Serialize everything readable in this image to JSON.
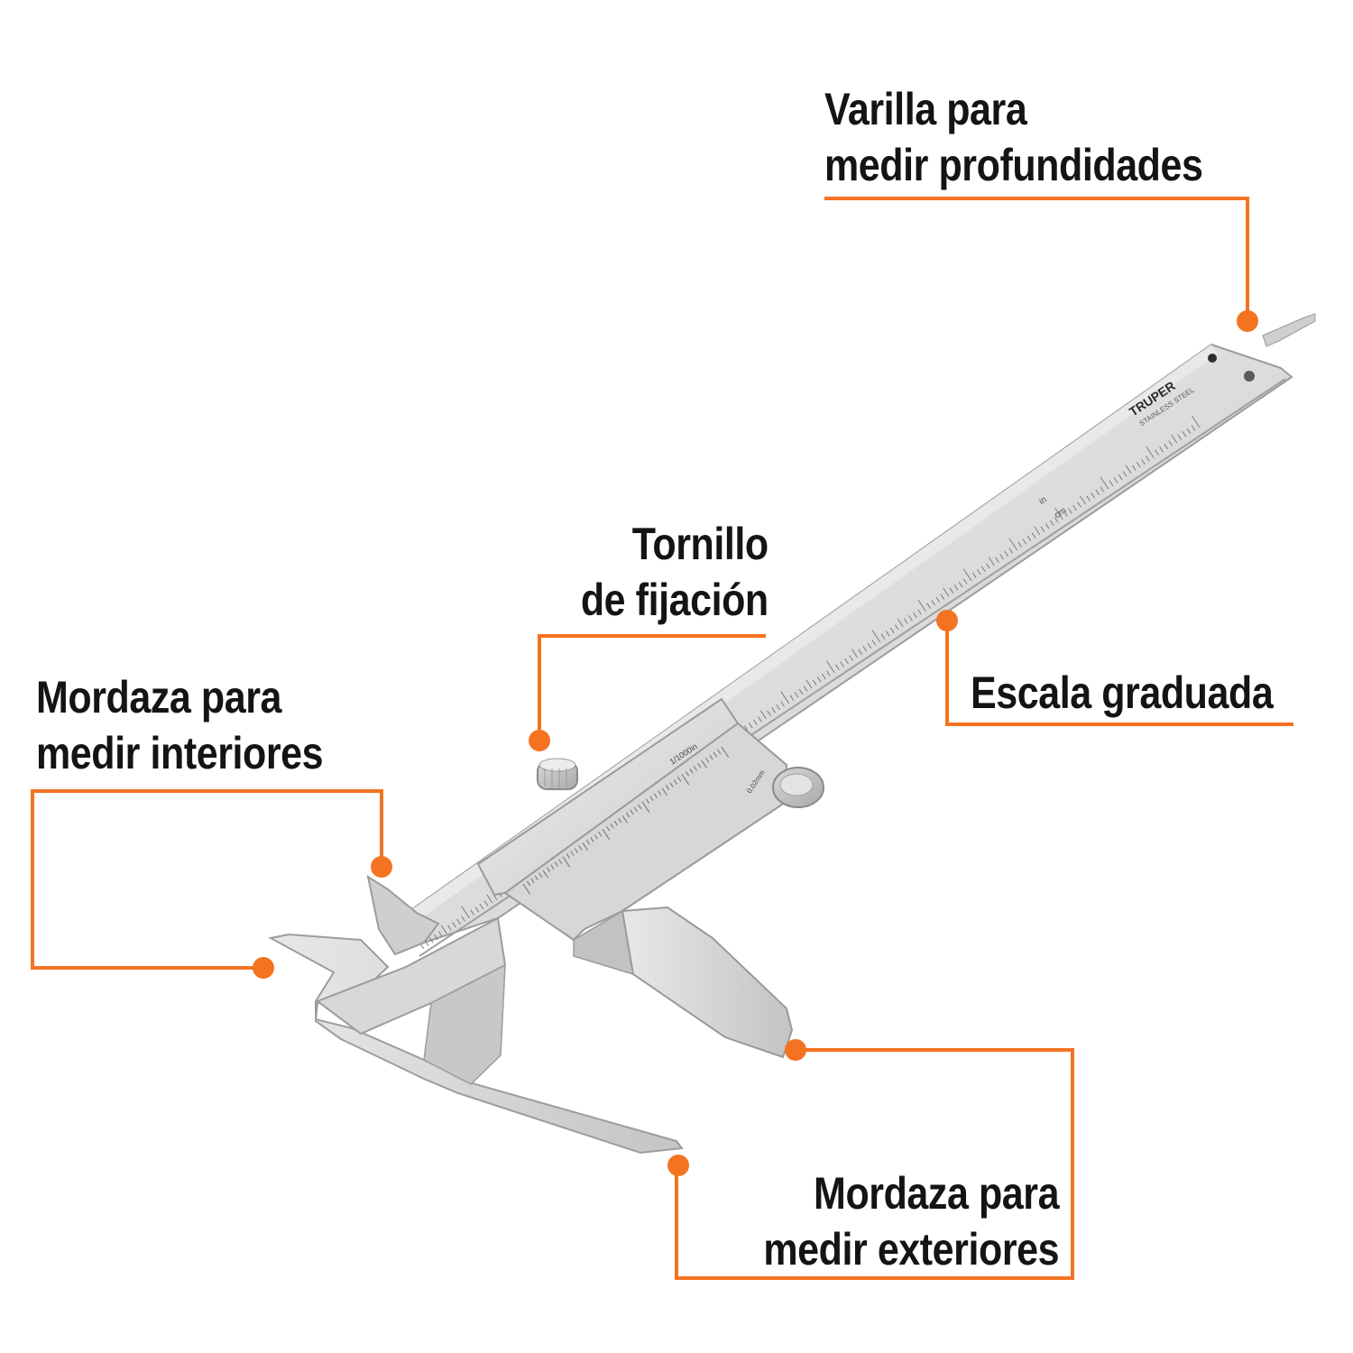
{
  "accent_color": "#f47321",
  "labels": {
    "depth_rod": {
      "line1": "Varilla para",
      "line2": "medir profundidades"
    },
    "lock_screw": {
      "line1": "Tornillo",
      "line2": "de fijación"
    },
    "graduated_scale": {
      "line1": "Escala graduada"
    },
    "inner_jaw": {
      "line1": "Mordaza para",
      "line2": "medir interiores"
    },
    "outer_jaw": {
      "line1": "Mordaza para",
      "line2": "medir exteriores"
    }
  },
  "caliper": {
    "brand": "TRUPER",
    "material": "STAINLESS STEEL",
    "unit_cm": "cm",
    "unit_in": "in",
    "vernier_resolution": "1/1000in",
    "vernier_mm": "0.02mm"
  }
}
